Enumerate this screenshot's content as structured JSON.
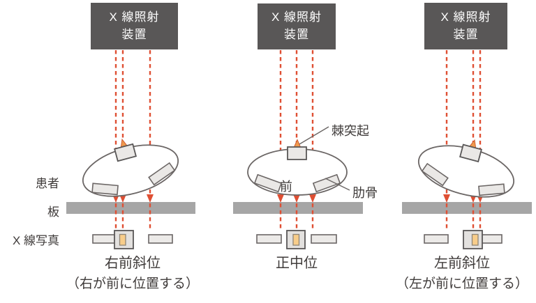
{
  "diagram_title_implicit": "X-ray projection positions diagram",
  "device_box": {
    "line1": "X 線照射",
    "line2": "装置"
  },
  "side_labels": {
    "patient": "患者",
    "board": "板",
    "xray_photo": "X 線写真"
  },
  "annotations": {
    "spinous_process": "棘突起",
    "front": "前",
    "rib": "肋骨"
  },
  "captions": {
    "left": {
      "title": "右前斜位",
      "subtitle": "（右が前に位置する）"
    },
    "middle": {
      "title": "正中位"
    },
    "right": {
      "title": "左前斜位",
      "subtitle": "（左が前に位置する）"
    }
  },
  "colors": {
    "beam_accent": "#df4f33",
    "device_box_bg": "#595757",
    "device_box_text": "#ffffff",
    "board_bar": "#a6a6a6",
    "shape_fill": "#eae8e6",
    "shape_stroke": "#595757",
    "spinous_fill": "#ef9a4e",
    "spinous_stroke": "#cf5b30",
    "photo_inner_fill": "#f8cd8a",
    "photo_inner_stroke": "#8f8577",
    "text": "#3f3b3a"
  }
}
